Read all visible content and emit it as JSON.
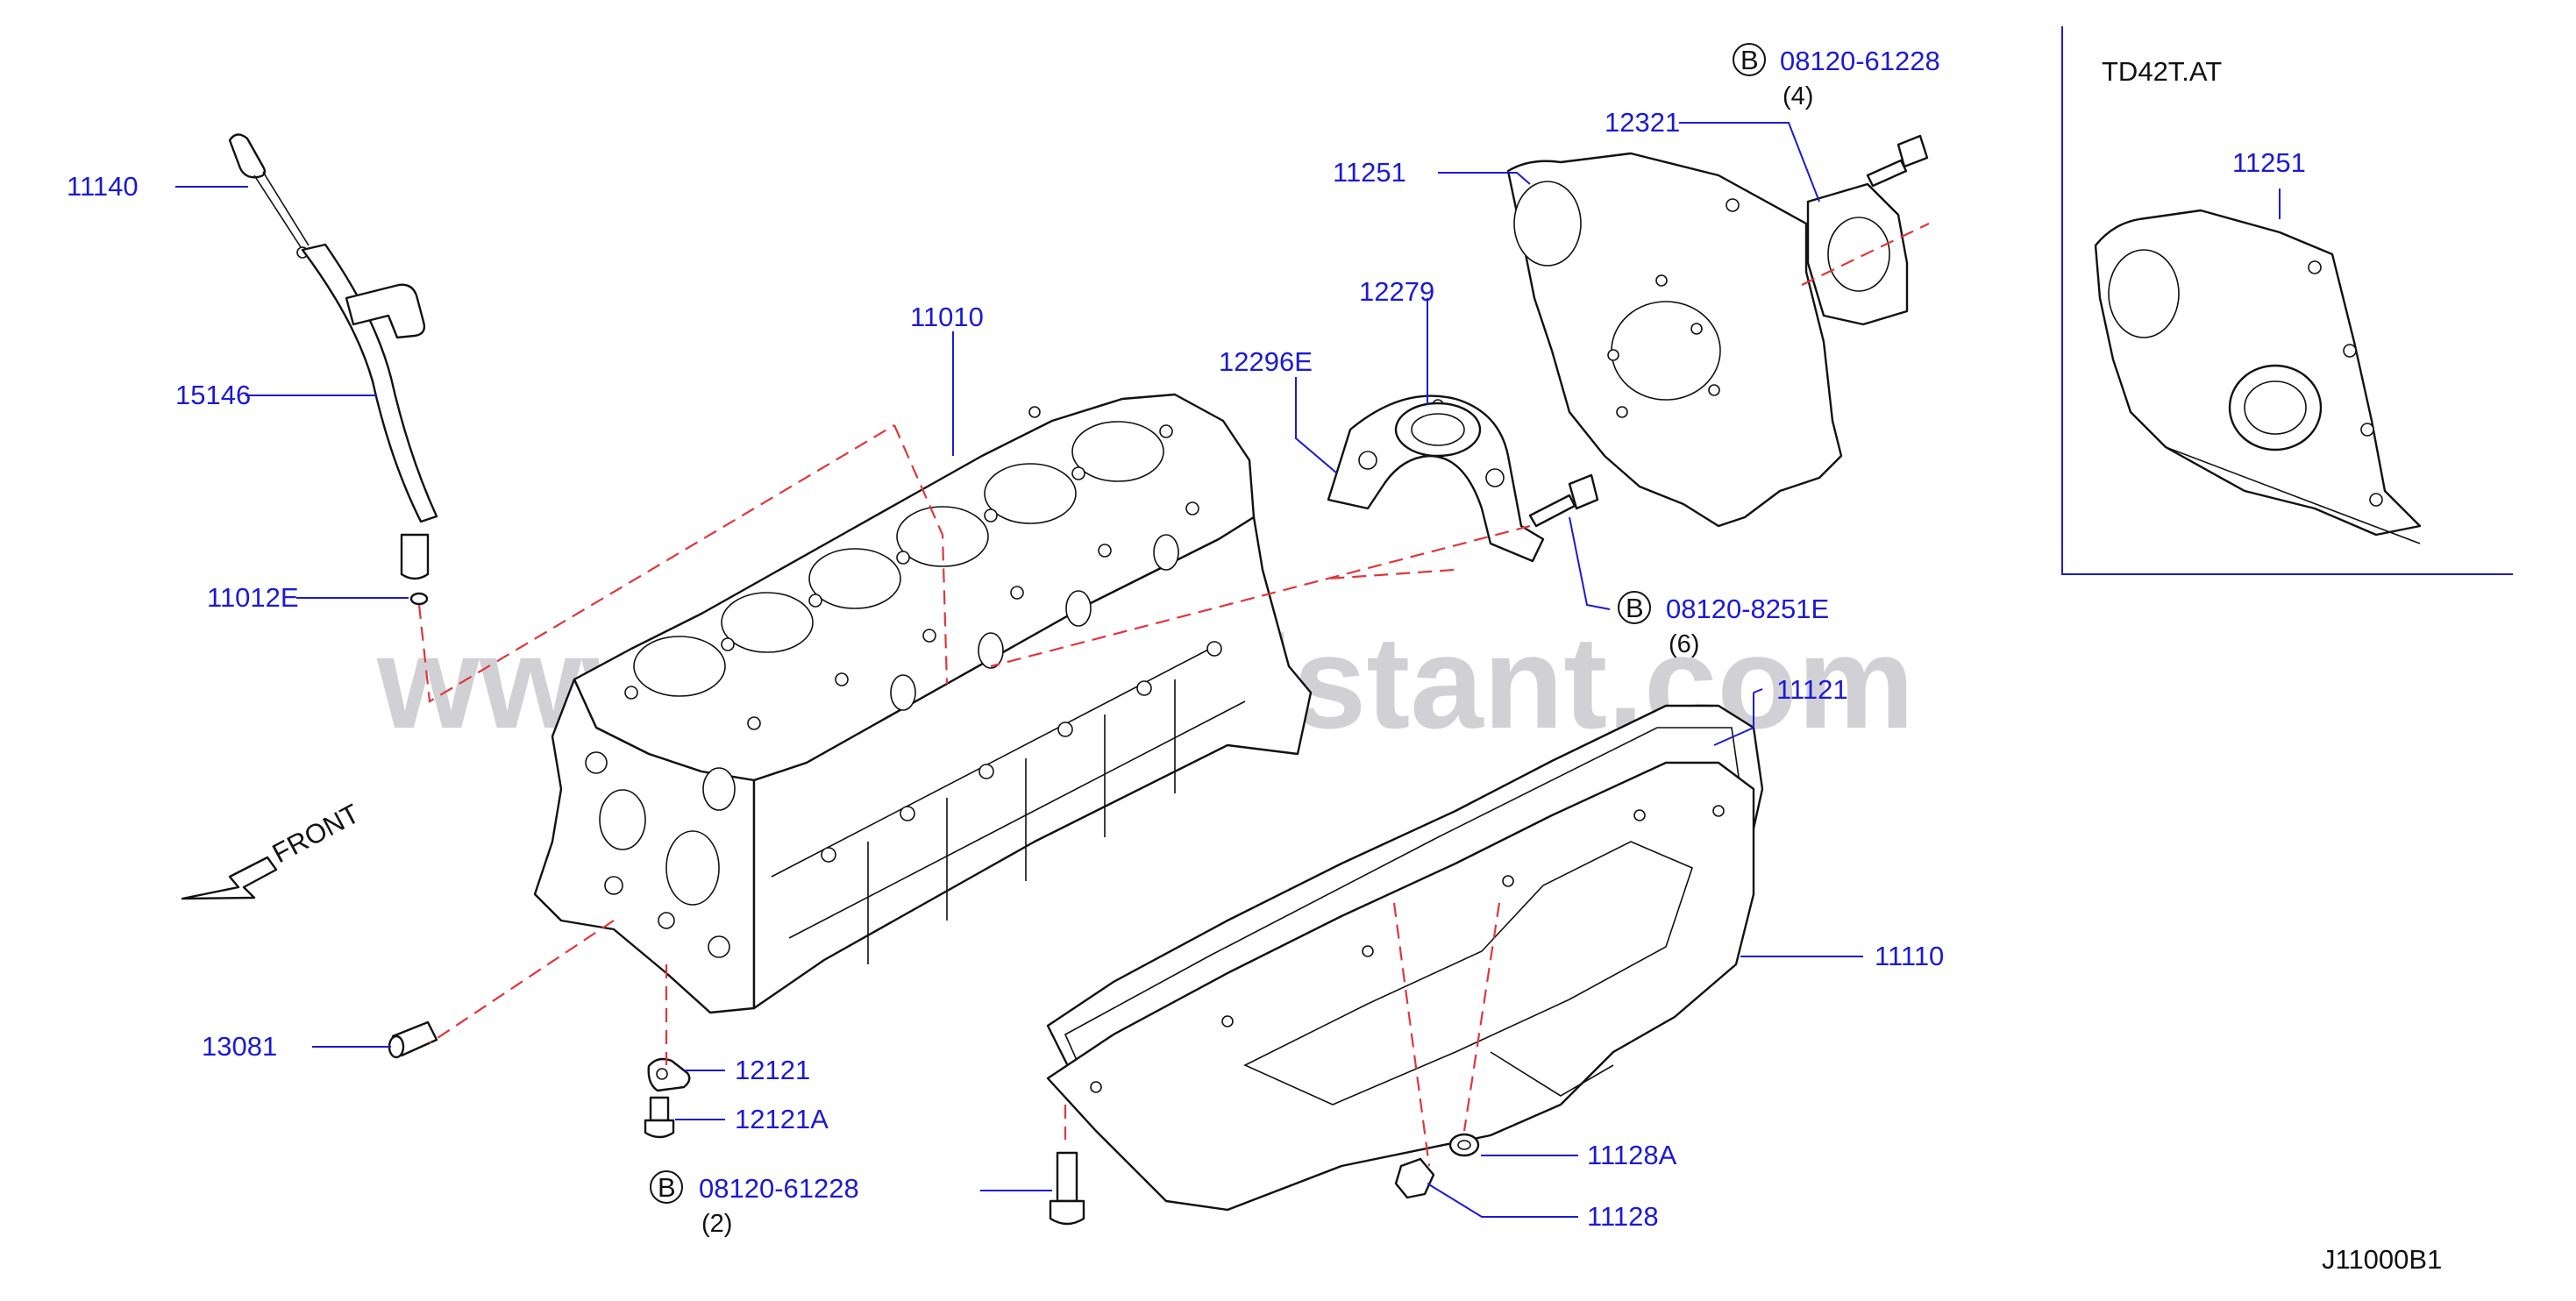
{
  "diagram_id": "J11000B1",
  "variant_label": "TD42T.AT",
  "front_label": "FRONT",
  "watermark": "www.partsassistant.com",
  "parts": {
    "p11140": "11140",
    "p15146": "15146",
    "p11012E": "11012E",
    "p11010": "11010",
    "p12296E": "12296E",
    "p12279": "12279",
    "p11251": "11251",
    "p12321": "12321",
    "p11121": "11121",
    "p11110": "11110",
    "p13081": "13081",
    "p12121": "12121",
    "p12121A": "12121A",
    "p11128A": "11128A",
    "p11128": "11128",
    "p11251_td42": "11251"
  },
  "bolts": [
    {
      "badge": "B",
      "part_no": "08120-61228",
      "qty": "(4)"
    },
    {
      "badge": "B",
      "part_no": "08120-8251E",
      "qty": "(6)"
    },
    {
      "badge": "B",
      "part_no": "08120-61228",
      "qty": "(2)"
    }
  ],
  "colors": {
    "label": "#1a1ad6",
    "dash": "#e0363b",
    "line": "#111111",
    "watermark": "#9a9aa4"
  }
}
